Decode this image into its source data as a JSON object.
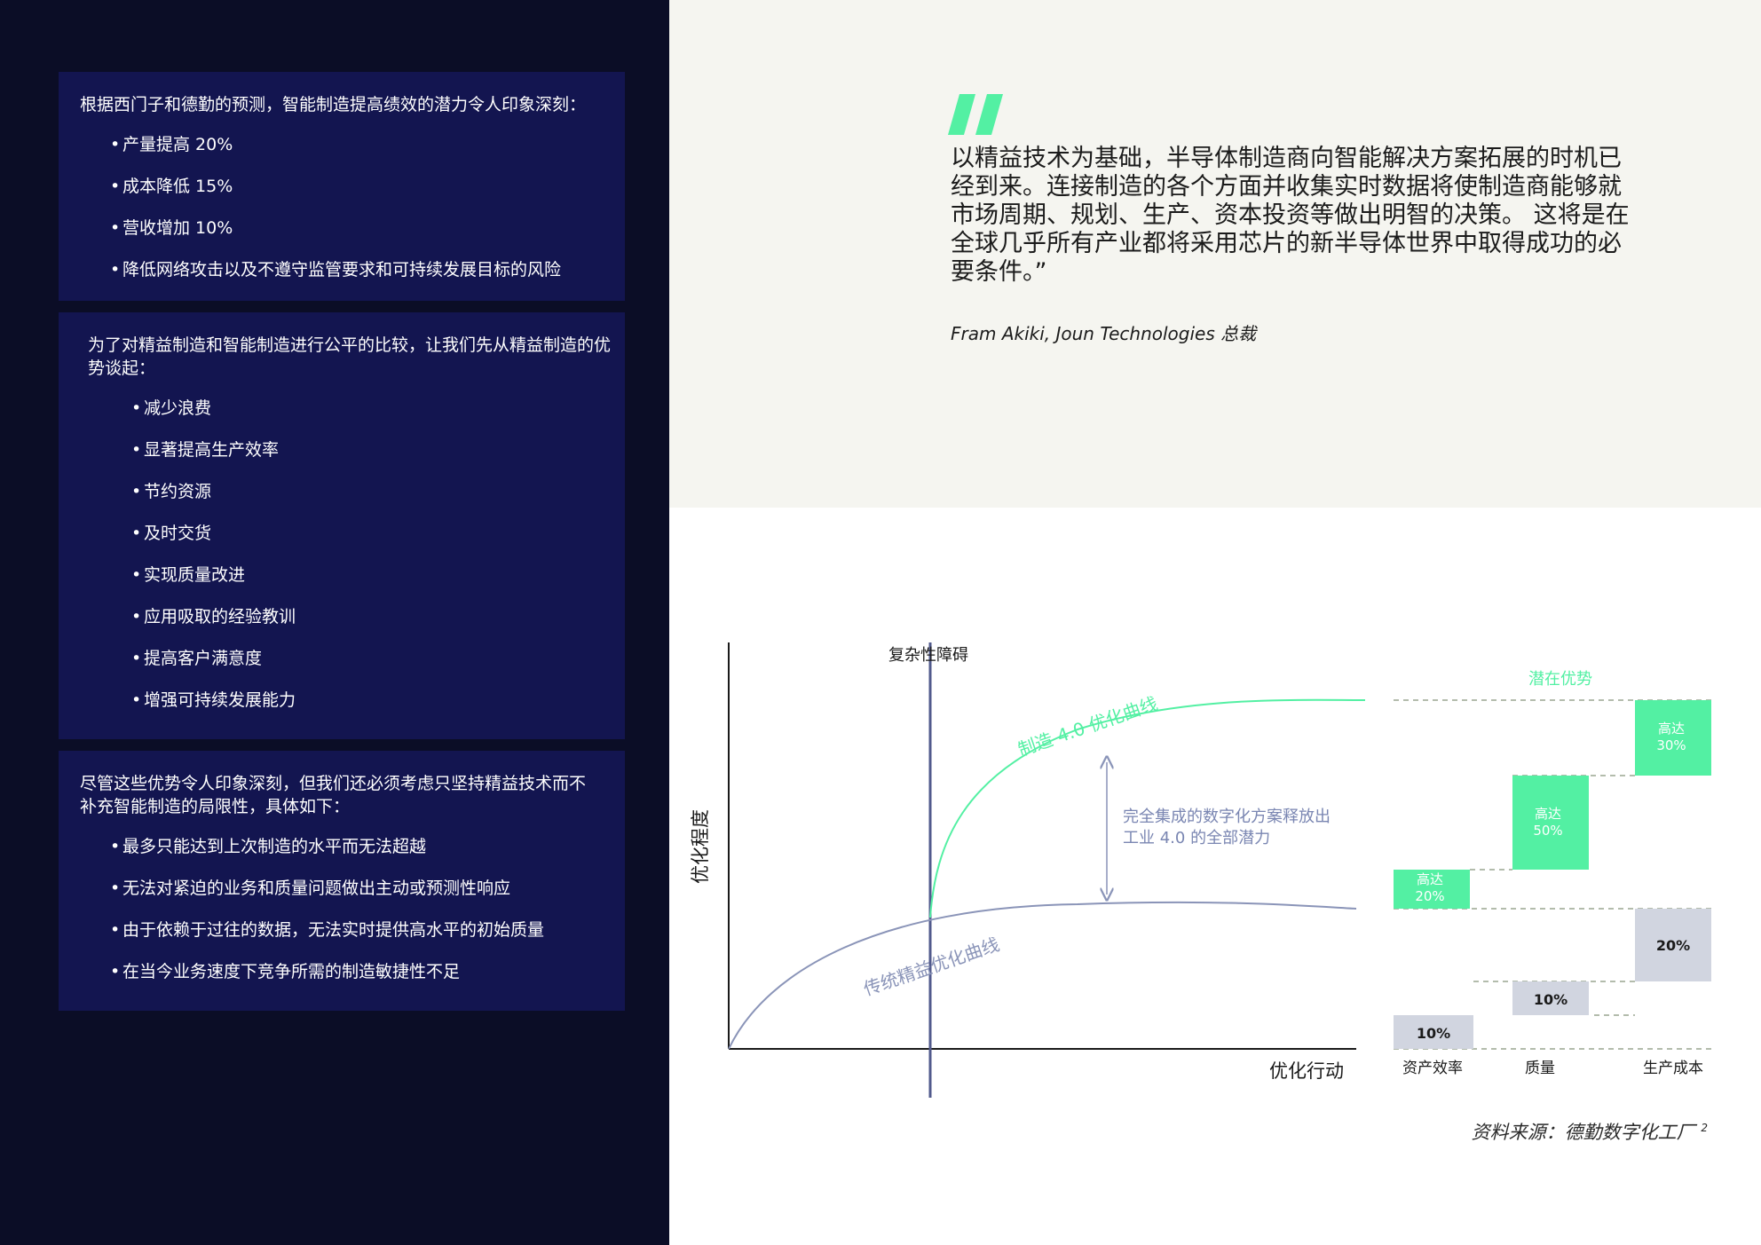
{
  "left": {
    "box1": {
      "intro": "根据西门子和德勤的预测，智能制造提高绩效的潜力令人印象深刻：",
      "items": [
        "产量提高 20%",
        "成本降低 15%",
        "营收增加 10%",
        "降低网络攻击以及不遵守监管要求和可持续发展目标的风险"
      ]
    },
    "box2": {
      "intro": "为了对精益制造和智能制造进行公平的比较，让我们先从精益制造的优势谈起：",
      "items": [
        "减少浪费",
        "显著提高生产效率",
        "节约资源",
        "及时交货",
        "实现质量改进",
        "应用吸取的经验教训",
        "提高客户满意度",
        "增强可持续发展能力"
      ]
    },
    "box3": {
      "intro": "尽管这些优势令人印象深刻，但我们还必须考虑只坚持精益技术而不补充智能制造的局限性，具体如下：",
      "items": [
        "最多只能达到上次制造的水平而无法超越",
        "无法对紧迫的业务和质量问题做出主动或预测性响应",
        "由于依赖于过往的数据，无法实时提供高水平的初始质量",
        "在当今业务速度下竞争所需的制造敏捷性不足"
      ]
    }
  },
  "quote": {
    "text": "以精益技术为基础，半导体制造商向智能解决方案拓展的时机已经到来。连接制造的各个方面并收集实时数据将使制造商能够就市场周期、规划、生产、资本投资等做出明智的决策。 这将是在全球几乎所有产业都将采用芯片的新半导体世界中取得成功的必要条件。”",
    "author": "Fram Akiki,  Joun Technologies 总裁"
  },
  "chart_data": {
    "type": "line",
    "xlabel": "优化行动",
    "ylabel": "优化程度",
    "barrier_label": "复杂性障碍",
    "curve_labels": {
      "industry40": "制造 4.0 优化曲线",
      "lean": "传统精益优化曲线"
    },
    "gap_annotation": [
      "完全集成的数字化方案释放出",
      "工业 4.0 的全部潜力"
    ],
    "potential_label": "潜在优势",
    "categories": [
      "资产效率",
      "质量",
      "生产成本"
    ],
    "lean_values": [
      "10%",
      "10%",
      "20%"
    ],
    "industry40_values": [
      {
        "line1": "高达",
        "line2": "20%"
      },
      {
        "line1": "高达",
        "line2": "50%"
      },
      {
        "line1": "高达",
        "line2": "30%"
      }
    ],
    "colors": {
      "green": "#53f0a3",
      "grey": "#d1d5e0",
      "axis": "#1a1a1a",
      "lean": "#8a94b8",
      "barrier": "#515a8c"
    }
  },
  "source": {
    "text": "资料来源：德勤数字化工厂",
    "ref": "2"
  }
}
